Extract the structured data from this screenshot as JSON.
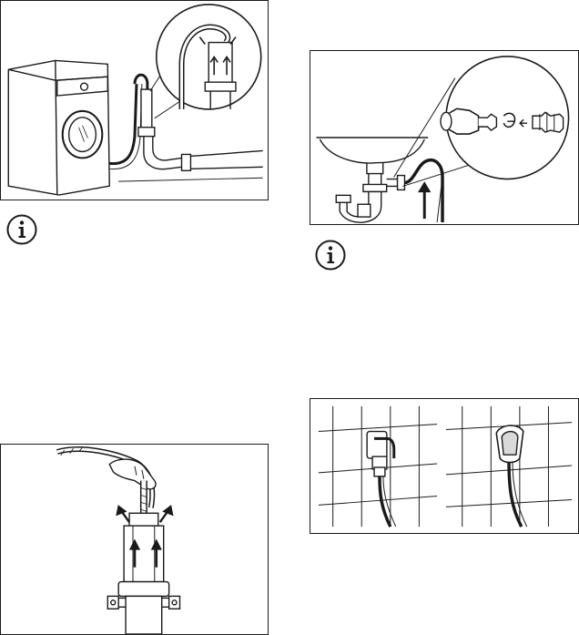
{
  "page": {
    "figures": [
      {
        "id": "fig-washer-standpipe",
        "kind": "illustration"
      },
      {
        "id": "fig-sink-trap",
        "kind": "illustration"
      },
      {
        "id": "fig-wall-hose-guide",
        "kind": "illustration"
      },
      {
        "id": "fig-hand-standpipe",
        "kind": "illustration"
      }
    ],
    "notes": [
      {
        "id": "info-note-1",
        "icon": "info-icon"
      },
      {
        "id": "info-note-2",
        "icon": "info-icon"
      }
    ]
  },
  "colors": {
    "ink": "#1a1a1a",
    "paper": "#ffffff",
    "shade": "#d9d9d9"
  }
}
